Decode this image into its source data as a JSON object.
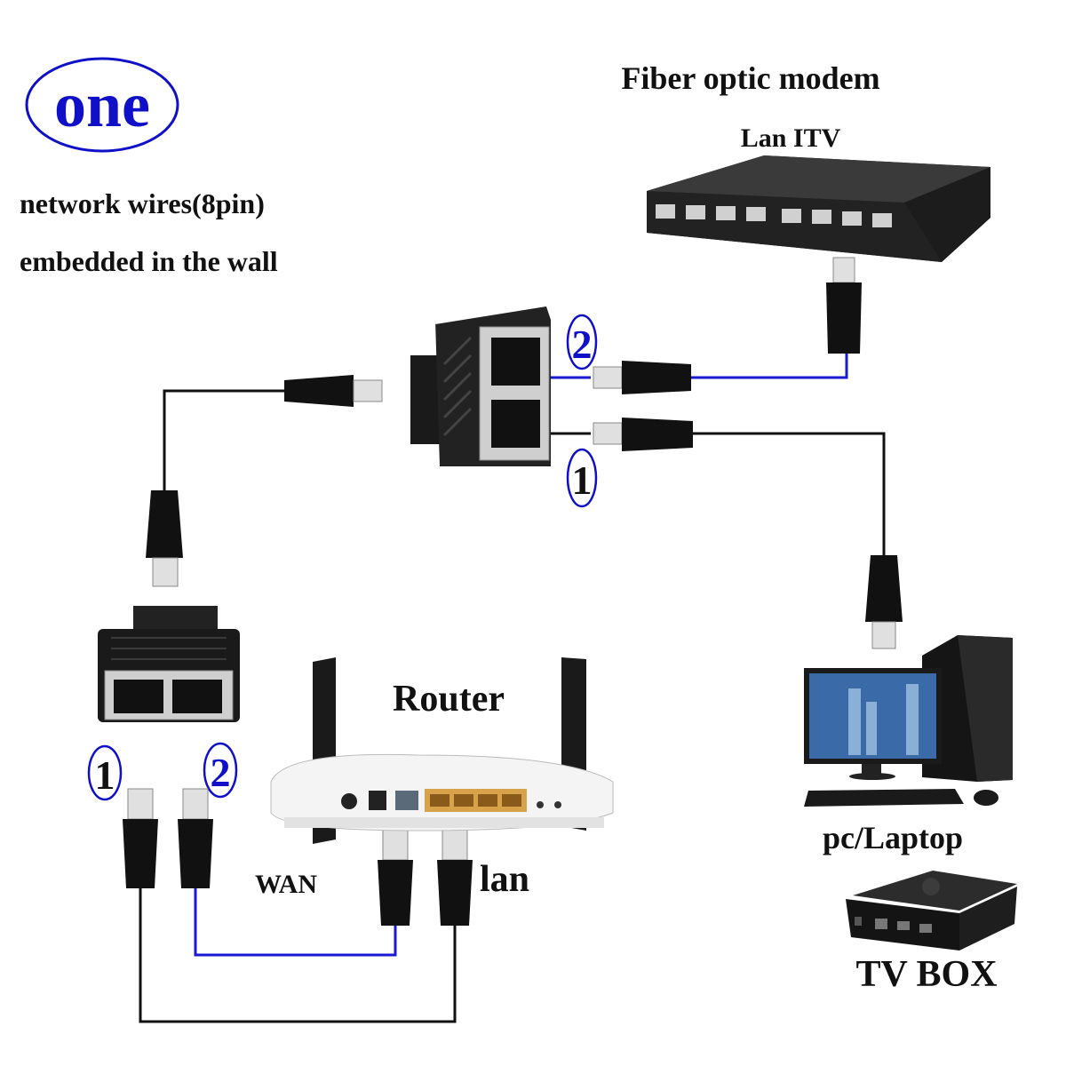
{
  "logo": {
    "text": "one",
    "color": "#1010c8"
  },
  "labels": {
    "wall_line1": "network wires(8pin)",
    "wall_line2": "embedded in the wall",
    "modem_title": "Fiber optic modem",
    "modem_sub": "Lan ITV",
    "router": "Router",
    "wan": "WAN",
    "lan": "lan",
    "pc": "pc/Laptop",
    "tvbox": "TV BOX"
  },
  "markers": {
    "top_port2": "2",
    "top_port1": "1",
    "bottom_port1": "1",
    "bottom_port2": "2"
  },
  "colors": {
    "cable_black": "#111111",
    "cable_blue": "#1a1ad0",
    "marker_blue": "#1010c8"
  },
  "icons": {
    "switch": "network-switch-icon",
    "splitter": "rj45-splitter-icon",
    "router": "wifi-router-icon",
    "pc": "desktop-computer-icon",
    "tvbox": "tv-box-icon",
    "plug": "rj45-plug-icon"
  }
}
